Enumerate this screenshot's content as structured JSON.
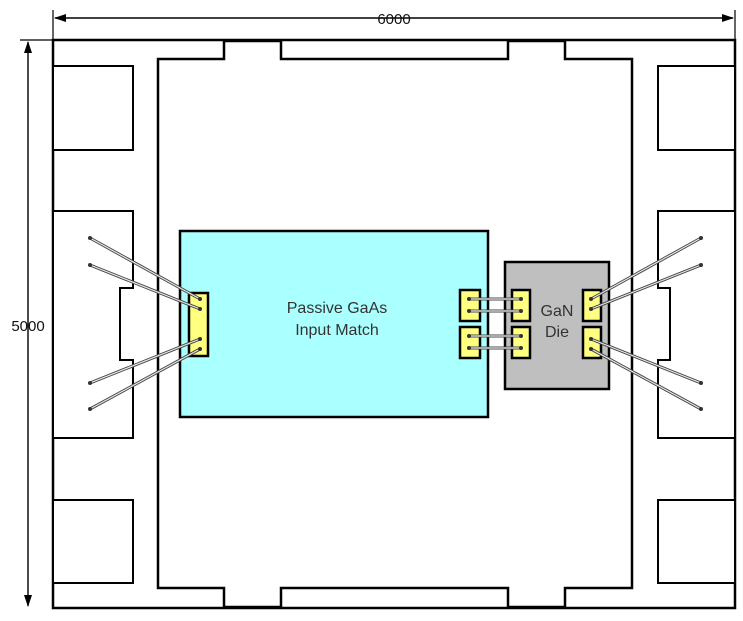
{
  "dimensions": {
    "width_label": "6000",
    "height_label": "5000"
  },
  "chips": {
    "gaas": {
      "label_line1": "Passive GaAs",
      "label_line2": "Input Match",
      "fill": "#aaffff"
    },
    "gan": {
      "label_line1": "GaN",
      "label_line2": "Die",
      "fill": "#bfbfbf"
    }
  },
  "colors": {
    "bond_pad": "#ffff80",
    "outline": "#000000",
    "wire": "#555555"
  }
}
